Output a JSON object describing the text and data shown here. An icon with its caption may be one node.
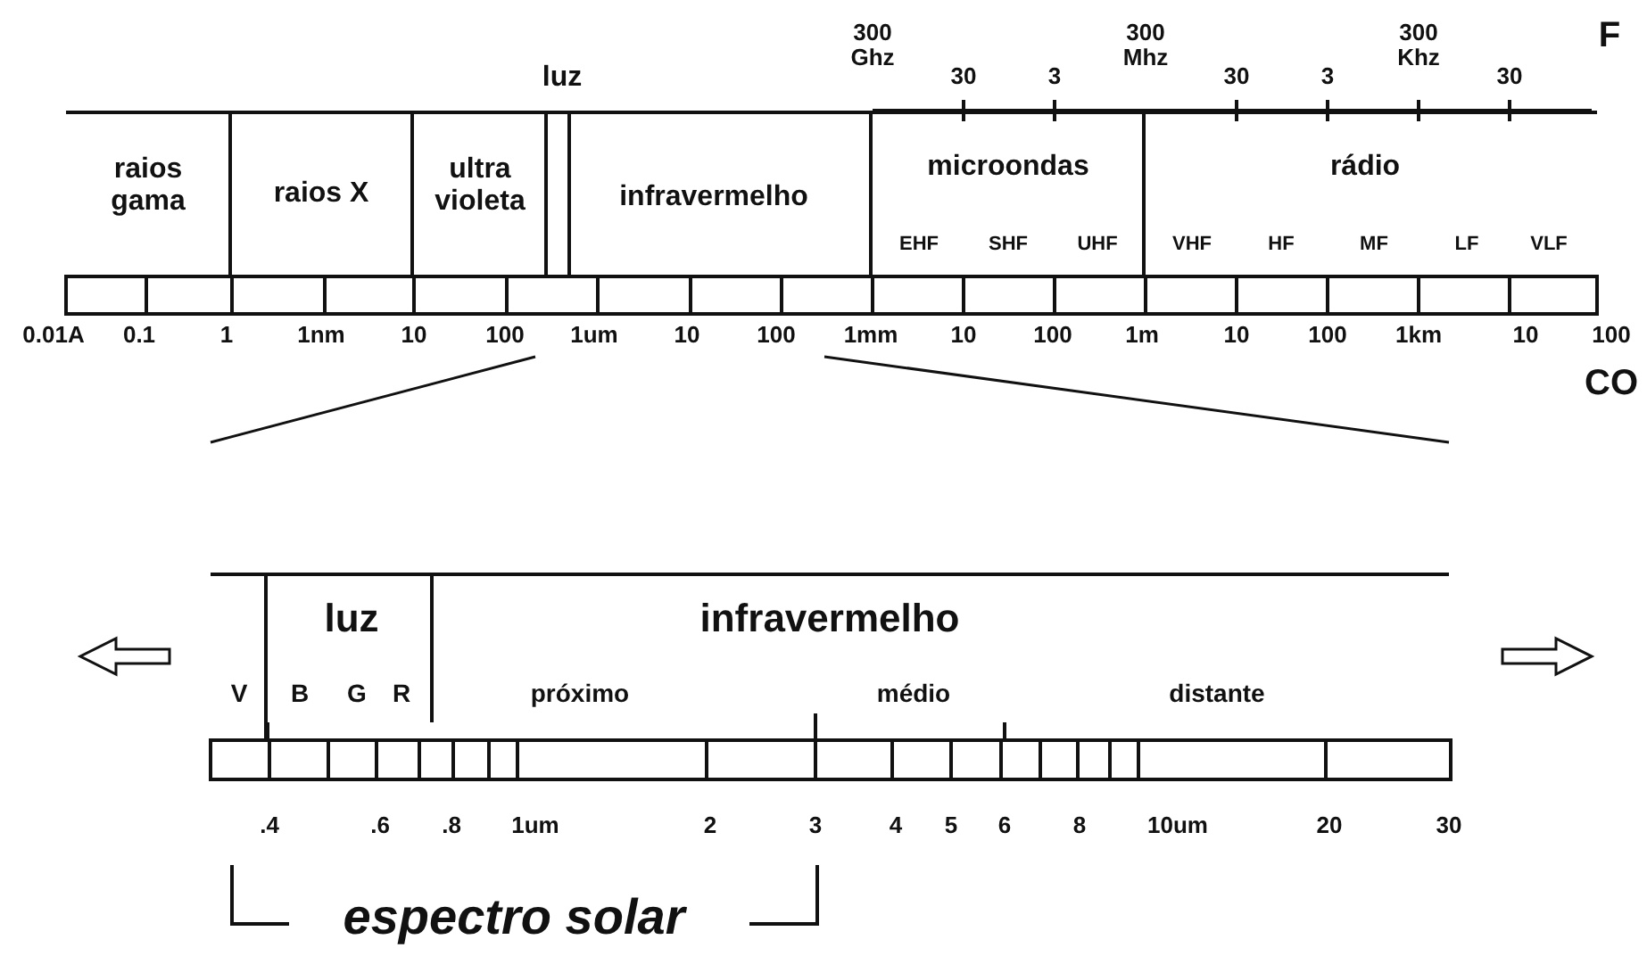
{
  "diagram": {
    "nodes": [
      {
        "text": [
          "raios gama"
        ]
      },
      {
        "text": [
          "raios X"
        ]
      },
      {
        "text": [
          "ultra violeta"
        ]
      },
      {
        "text": [
          "luz"
        ]
      },
      {
        "text": [
          "infravermelho"
        ]
      },
      {
        "text": [
          "microondas",
          "EHF",
          "SHF",
          "UHF"
        ]
      },
      {
        "text": [
          "rádio",
          "VHF",
          "HF",
          "MF",
          "LF",
          "VLF"
        ]
      },
      {
        "text": [
          "V"
        ]
      },
      {
        "text": [
          "luz",
          "B",
          "G",
          "R"
        ]
      },
      {
        "text": [
          "infravermelho",
          "próximo",
          "médio",
          "distante"
        ]
      }
    ],
    "labels": [
      "300 Ghz",
      "30",
      "3",
      "300 Mhz",
      "30",
      "3",
      "300 Khz",
      "30",
      "F",
      "0.01A",
      "0.1",
      "1",
      "1nm",
      "10",
      "100",
      "1um",
      "10",
      "100",
      "1mm",
      "10",
      "100",
      "1m",
      "10",
      "100",
      "1km",
      "10",
      "100",
      "CO",
      ".4",
      ".6",
      ".8",
      "1um",
      "2",
      "3",
      "4",
      "5",
      "6",
      "8",
      "10um",
      "20",
      "30",
      "espectro solar"
    ]
  }
}
